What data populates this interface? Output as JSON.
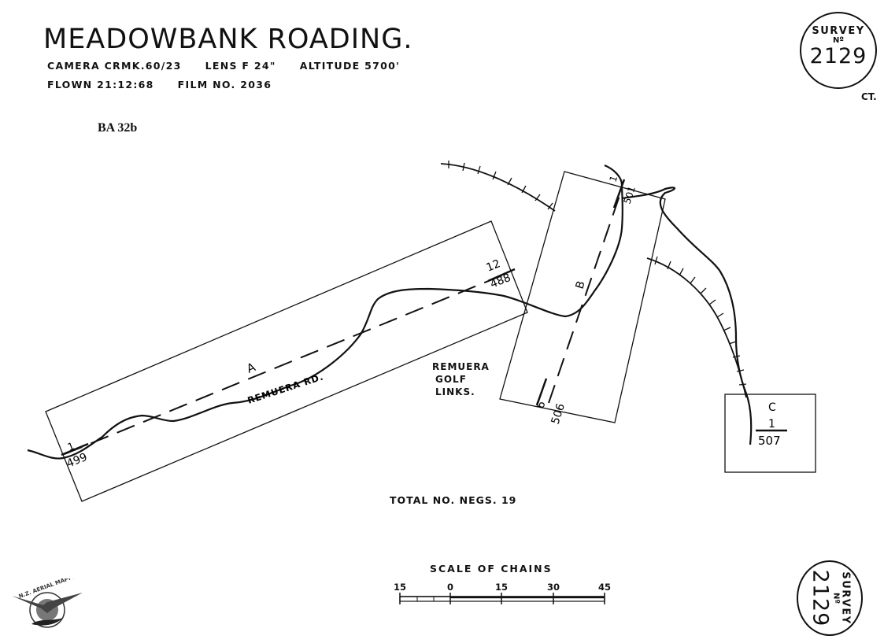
{
  "title": "MEADOWBANK  ROADING.",
  "info": {
    "camera": "CAMERA  CRMK.60/23",
    "lens": "LENS  F 24\"",
    "altitude": "ALTITUDE  5700'",
    "flown": "FLOWN  21:12:68",
    "film": "FILM  NO. 2036"
  },
  "reference": "BA 32b",
  "ct": "CT.",
  "stamp": {
    "line1": "SURVEY",
    "line2": "Nº",
    "number": "2129"
  },
  "runs": [
    {
      "name": "A",
      "start_frame": "1",
      "start_neg": "499",
      "end_frame": "12",
      "end_neg": "488"
    },
    {
      "name": "B",
      "start_frame": "6",
      "start_neg": "506",
      "end_frame": "1",
      "end_neg": "501"
    },
    {
      "name": "C",
      "start_frame": "1",
      "start_neg": "507"
    }
  ],
  "road_label": "REMUERA  RD.",
  "golf_links": [
    "REMUERA",
    "GOLF",
    "LINKS."
  ],
  "total_negs": "TOTAL  NO.  NEGS. 19",
  "scale": {
    "title": "SCALE  OF  CHAINS",
    "ticks": [
      "15",
      "0",
      "15",
      "30",
      "45"
    ]
  },
  "logo_text": "N.Z. AERIAL MAPPING LTD."
}
